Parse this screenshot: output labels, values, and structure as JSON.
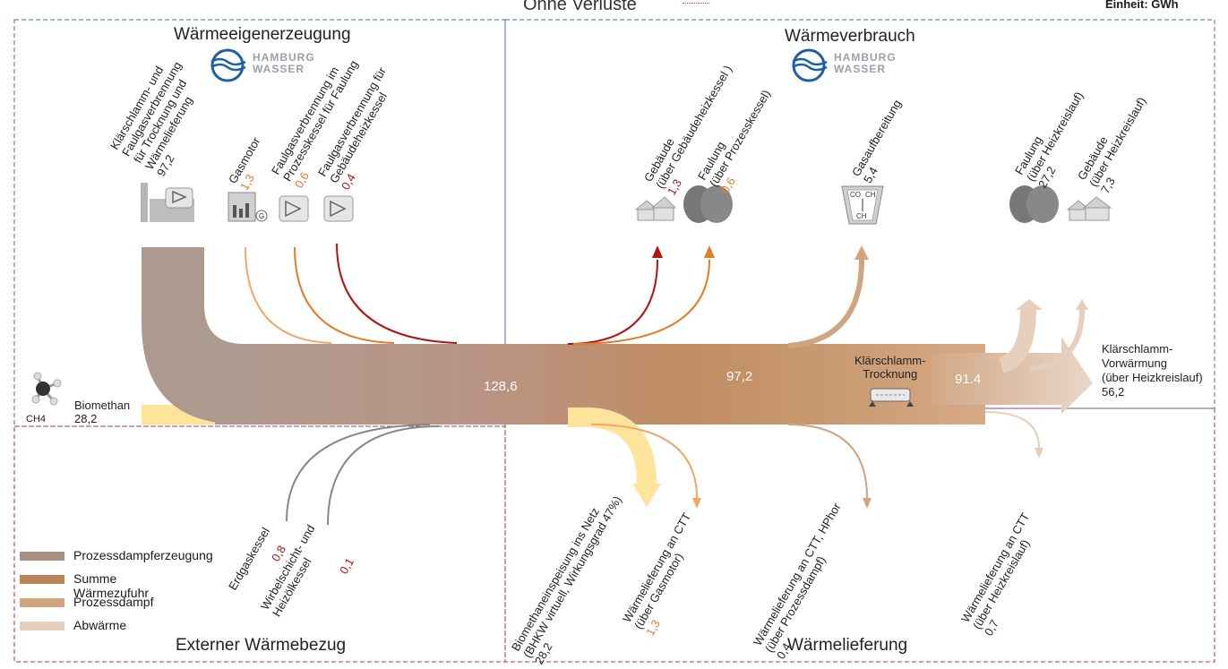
{
  "header": {
    "title": "Ohne Verluste",
    "unit": "Einheit: GWh"
  },
  "quadrants": {
    "top_left": "Wärmeeigenerzeugung",
    "top_right": "Wärmeverbrauch",
    "bottom_left": "Externer Wärmebezug",
    "bottom_right": "Wärmelieferung"
  },
  "logo": {
    "line1": "HAMBURG",
    "line2": "WASSER"
  },
  "production": {
    "klaerschlamm": {
      "label_lines": [
        "Klärschlamm- und",
        "Faulgasverbrennung",
        "für Trocknung und",
        "Wärmelieferung"
      ],
      "value": "97,2"
    },
    "gasmotor": {
      "label": "Gasmotor",
      "value": "1,3"
    },
    "faulung_kessel": {
      "label_lines": [
        "Faulgasverbrennung im",
        "Prozesskessel für Faulung"
      ],
      "value": "0,6"
    },
    "gebaeude_kessel": {
      "label_lines": [
        "Faulgasverbrennung für",
        "Gebäudeheizkessel"
      ],
      "value": "0,4"
    }
  },
  "biomethan": {
    "label": "Biomethan",
    "value": "28,2",
    "molecule": "CH4"
  },
  "flow_values": {
    "total": "128,6",
    "mid": "97,2",
    "late": "91.4"
  },
  "trocknung": {
    "line1": "Klärschlamm-",
    "line2": "Trocknung"
  },
  "consumption": {
    "gebaeude": {
      "label_lines": [
        "Gebäude",
        "(über Gebäudeheizkessel )"
      ],
      "value": "1,3"
    },
    "faulung": {
      "label_lines": [
        "Faulung",
        "(über Prozesskessel)"
      ],
      "value": "0,6"
    },
    "gasaufbereitung": {
      "label": "Gasaufbereitung",
      "value": "5,4"
    },
    "faulung_kreis": {
      "label_lines": [
        "Faulung",
        "(über Heizkreislauf)"
      ],
      "value": "27,2"
    },
    "gebaeude_kreis": {
      "label_lines": [
        "Gebäude",
        "(über Heizkreislauf)"
      ],
      "value": "7,3"
    },
    "vorwaermung": {
      "line1": "Klärschlamm-",
      "line2": "Vorwärmung",
      "line3": "(über Heizkreislauf)",
      "value": "56,2"
    }
  },
  "external": {
    "erdgas": {
      "label": "Erdgaskessel",
      "value": "0,8"
    },
    "wirbel": {
      "label_lines": [
        "Wirbelschicht- und",
        "Heizölkessel"
      ],
      "value": "0,1"
    }
  },
  "delivery": {
    "biomethan_netz": {
      "label_lines": [
        "Biomethaneinspeisung ins Netz",
        "(BHKW virtuell, Wirkungsgrad 47%)"
      ],
      "value": "28,2"
    },
    "ctt_gasmotor": {
      "label_lines": [
        "Wärmelieferung an CTT",
        "(über Gasmotor)"
      ],
      "value": "1,3"
    },
    "ctt_prozess": {
      "label_lines": [
        "Wärmelieferung an CTT, HPhor",
        "(über Prozessdampf)"
      ],
      "value": "0,4"
    },
    "ctt_kreis": {
      "label_lines": [
        "Wärmelieferung an CTT",
        "(über Heizkreislauf)"
      ],
      "value": "0,7"
    }
  },
  "legend": [
    {
      "label": "Prozessdampferzeugung",
      "color": "#a89184"
    },
    {
      "label": "Summe Wärmezufuhr",
      "color": "#b98557"
    },
    {
      "label": "Prozessdampf",
      "color": "#cfa47f"
    },
    {
      "label": "Abwärme",
      "color": "#e6cfbd"
    }
  ],
  "colors": {
    "orange": "#e07b2a",
    "red": "#b01515",
    "yellow": "#fde49a",
    "gray": "#888888"
  }
}
